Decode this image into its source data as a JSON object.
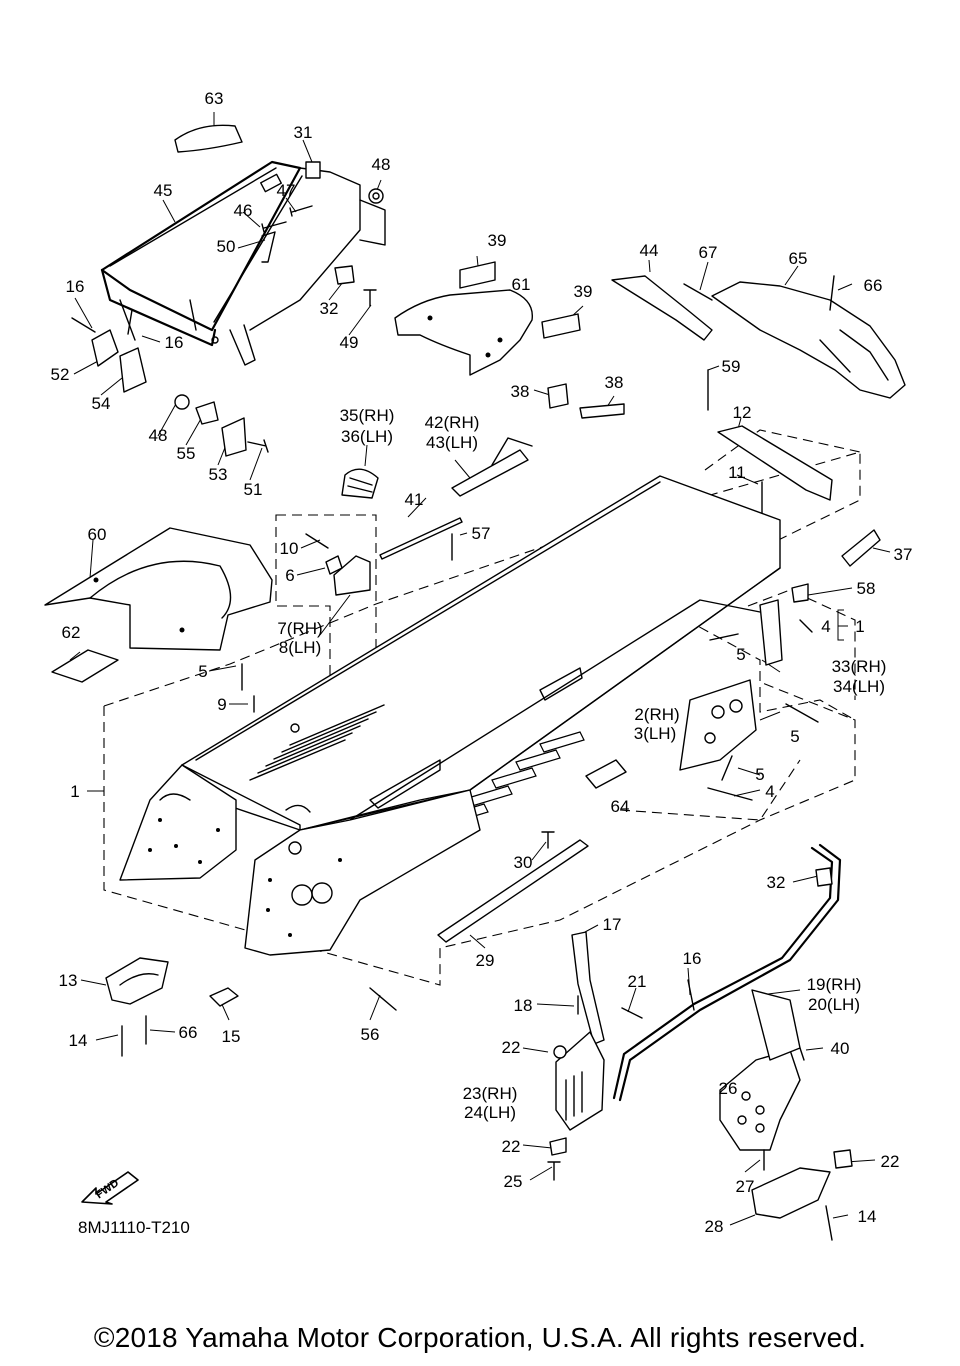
{
  "callouts": [
    {
      "text": "63"
    },
    {
      "text": "31"
    },
    {
      "text": "48"
    },
    {
      "text": "45"
    },
    {
      "text": "47"
    },
    {
      "text": "46"
    },
    {
      "text": "50"
    },
    {
      "text": "32"
    },
    {
      "text": "49"
    },
    {
      "text": "16"
    },
    {
      "text": "16"
    },
    {
      "text": "52"
    },
    {
      "text": "54"
    },
    {
      "text": "48"
    },
    {
      "text": "55"
    },
    {
      "text": "53"
    },
    {
      "text": "51"
    },
    {
      "text": "39"
    },
    {
      "text": "61"
    },
    {
      "text": "39"
    },
    {
      "text": "44"
    },
    {
      "text": "67"
    },
    {
      "text": "65"
    },
    {
      "text": "66"
    },
    {
      "text": "38"
    },
    {
      "text": "38"
    },
    {
      "text": "59"
    },
    {
      "text": "12"
    },
    {
      "text": "35(RH)"
    },
    {
      "text": "36(LH)"
    },
    {
      "text": "42(RH)"
    },
    {
      "text": "43(LH)"
    },
    {
      "text": "11"
    },
    {
      "text": "41"
    },
    {
      "text": "60"
    },
    {
      "text": "10"
    },
    {
      "text": "57"
    },
    {
      "text": "6"
    },
    {
      "text": "37"
    },
    {
      "text": "58"
    },
    {
      "text": "7(RH)"
    },
    {
      "text": "8(LH)"
    },
    {
      "text": "4"
    },
    {
      "text": "1"
    },
    {
      "text": "62"
    },
    {
      "text": "5"
    },
    {
      "text": "33(RH)"
    },
    {
      "text": "34(LH)"
    },
    {
      "text": "5"
    },
    {
      "text": "9"
    },
    {
      "text": "2(RH)"
    },
    {
      "text": "3(LH)"
    },
    {
      "text": "5"
    },
    {
      "text": "1"
    },
    {
      "text": "5"
    },
    {
      "text": "4"
    },
    {
      "text": "64"
    },
    {
      "text": "30"
    },
    {
      "text": "32"
    },
    {
      "text": "17"
    },
    {
      "text": "13"
    },
    {
      "text": "29"
    },
    {
      "text": "16"
    },
    {
      "text": "19(RH)"
    },
    {
      "text": "20(LH)"
    },
    {
      "text": "18"
    },
    {
      "text": "21"
    },
    {
      "text": "14"
    },
    {
      "text": "66"
    },
    {
      "text": "15"
    },
    {
      "text": "56"
    },
    {
      "text": "22"
    },
    {
      "text": "40"
    },
    {
      "text": "26"
    },
    {
      "text": "23(RH)"
    },
    {
      "text": "24(LH)"
    },
    {
      "text": "22"
    },
    {
      "text": "22"
    },
    {
      "text": "27"
    },
    {
      "text": "25"
    },
    {
      "text": "14"
    },
    {
      "text": "28"
    }
  ],
  "fwd_label": "FWD",
  "drawing_code": "8MJ1110-T210",
  "copyright": "©2018 Yamaha Motor Corporation, U.S.A. All rights reserved."
}
